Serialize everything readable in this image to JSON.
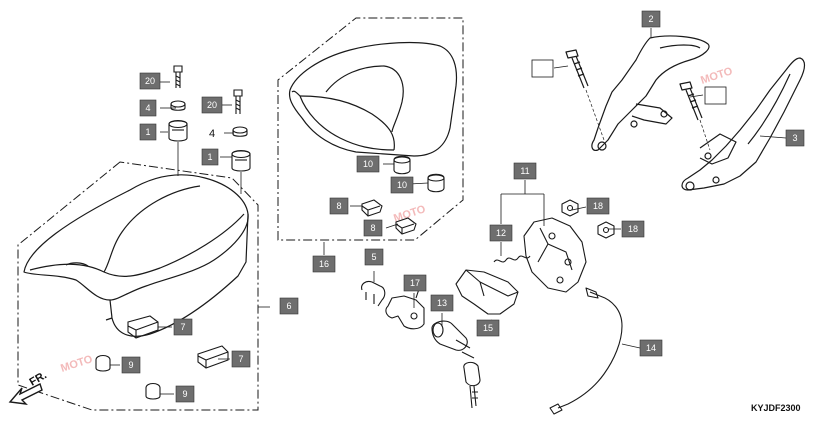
{
  "diagram": {
    "code": "KYJDF2300",
    "direction_label": "FR.",
    "watermark": "MOTO",
    "colors": {
      "line": "#1a1a1a",
      "tag_fill": "#6e6e6e",
      "tag_text": "#ffffff",
      "dash": "#1a1a1a",
      "watermark": "#f0a3a3"
    },
    "callouts": [
      {
        "id": "c1",
        "label": "1"
      },
      {
        "id": "c2",
        "label": "1"
      },
      {
        "id": "c3",
        "label": "2"
      },
      {
        "id": "c4",
        "label": "3"
      },
      {
        "id": "c5",
        "label": "4"
      },
      {
        "id": "c6",
        "label": "4"
      },
      {
        "id": "c7",
        "label": "5"
      },
      {
        "id": "c8",
        "label": "6"
      },
      {
        "id": "c9",
        "label": "7"
      },
      {
        "id": "c10",
        "label": "7"
      },
      {
        "id": "c11",
        "label": "8"
      },
      {
        "id": "c12",
        "label": "8"
      },
      {
        "id": "c13",
        "label": "9"
      },
      {
        "id": "c14",
        "label": "9"
      },
      {
        "id": "c15",
        "label": "10"
      },
      {
        "id": "c16",
        "label": "10"
      },
      {
        "id": "c17",
        "label": "11"
      },
      {
        "id": "c18",
        "label": "12"
      },
      {
        "id": "c19",
        "label": "13"
      },
      {
        "id": "c20",
        "label": "14"
      },
      {
        "id": "c21",
        "label": "15"
      },
      {
        "id": "c22",
        "label": "16"
      },
      {
        "id": "c23",
        "label": "17"
      },
      {
        "id": "c24",
        "label": "18"
      },
      {
        "id": "c25",
        "label": "18"
      },
      {
        "id": "c26",
        "label": "20"
      },
      {
        "id": "c27",
        "label": "20"
      },
      {
        "id": "c28",
        "label": ""
      },
      {
        "id": "c29",
        "label": ""
      }
    ]
  }
}
